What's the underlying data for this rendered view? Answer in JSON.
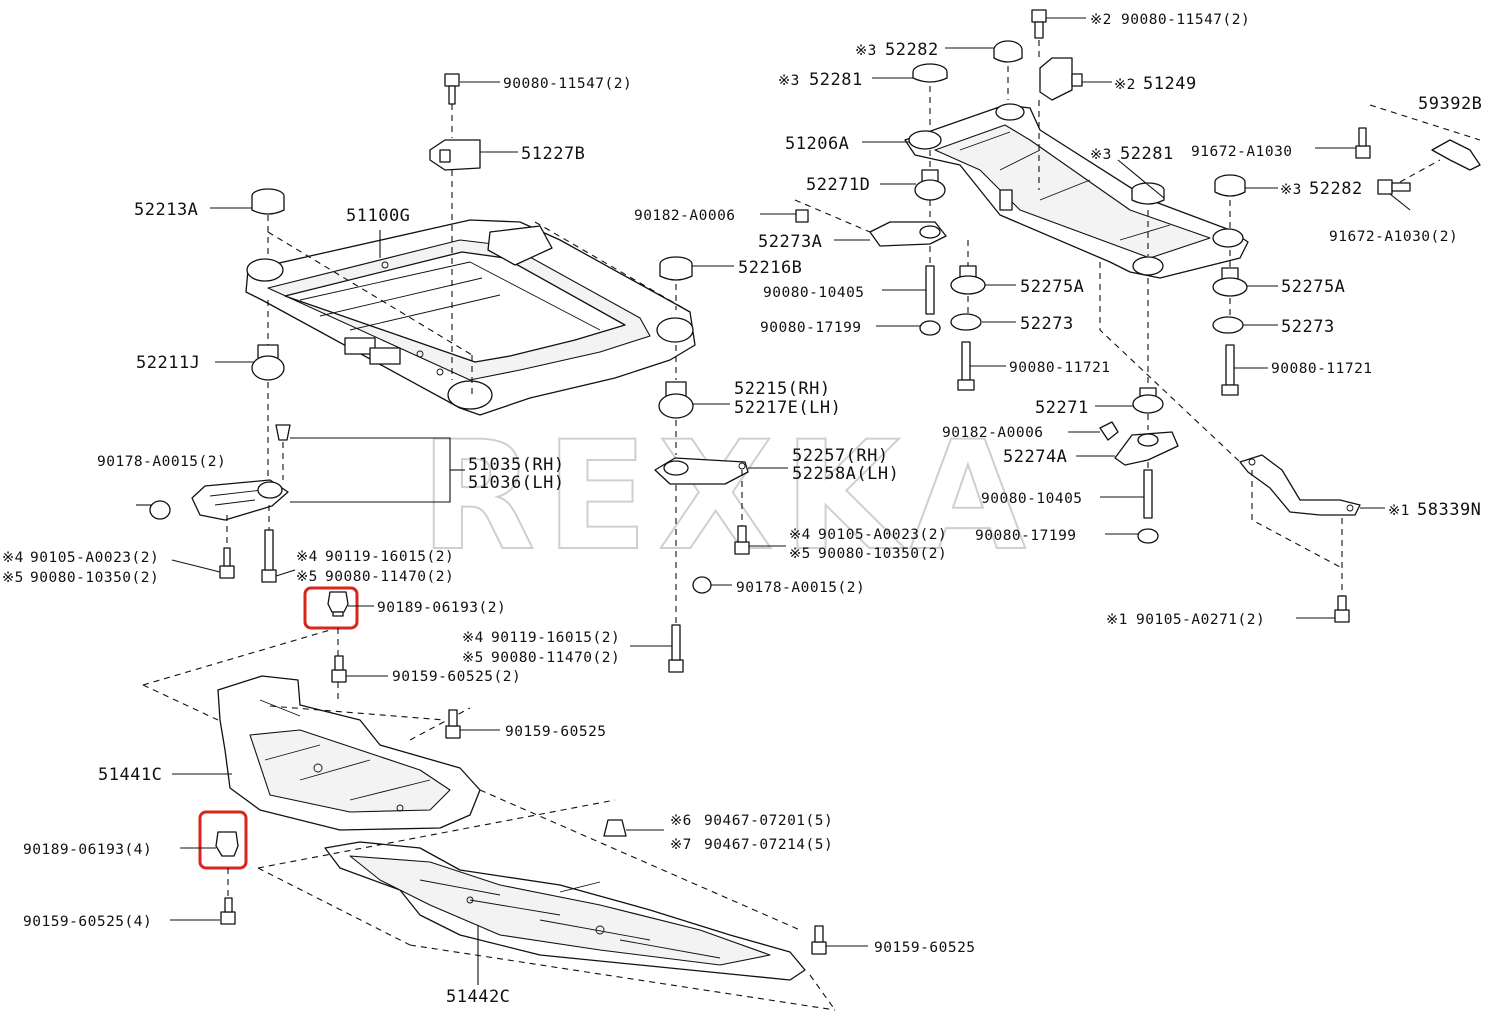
{
  "watermark": "REXKA",
  "colors": {
    "highlight": "#d7261e",
    "ink": "#111111",
    "watermark": "#cfcfcf"
  },
  "labels": {
    "p90080_11547_top": "90080-11547(2)",
    "p52282_top": "52282",
    "p52281_left": "52281",
    "p51249": "51249",
    "p90080_11547_mid": "90080-11547(2)",
    "p51227B": "51227B",
    "p59392B": "59392B",
    "p51206A": "51206A",
    "p52281_right": "52281",
    "p91672_A1030": "91672-A1030",
    "p52213A": "52213A",
    "p51100G": "51100G",
    "p52271D": "52271D",
    "p52282_right": "52282",
    "p90182_A0006_top": "90182-A0006",
    "p52273A": "52273A",
    "p91672_A1030_2": "91672-A1030(2)",
    "p52216B": "52216B",
    "p52275A_mid": "52275A",
    "p52275A_right": "52275A",
    "p90080_10405_top": "90080-10405",
    "p90080_17199_top": "90080-17199",
    "p52273_mid": "52273",
    "p52273_right": "52273",
    "p52211J": "52211J",
    "p90080_11721_mid": "90080-11721",
    "p90080_11721_right": "90080-11721",
    "p52215_rh": "52215(RH)",
    "p52217E_lh": "52217E(LH)",
    "p52271": "52271",
    "p90182_A0006_mid": "90182-A0006",
    "p90178_A0015_left": "90178-A0015(2)",
    "p51035_rh": "51035(RH)",
    "p51036_lh": "51036(LH)",
    "p52257_rh": "52257(RH)",
    "p52258A_lh": "52258A(LH)",
    "p52274A": "52274A",
    "p90080_10405_mid": "90080-10405",
    "p58339N": "58339N",
    "p90080_17199_mid": "90080-17199",
    "p90105_A0023_mid": "90105-A0023(2)",
    "p90080_10350_mid": "90080-10350(2)",
    "p90105_A0023_left": "90105-A0023(2)",
    "p90080_10350_left": "90080-10350(2)",
    "p90119_16015_left": "90119-16015(2)",
    "p90080_11470_left": "90080-11470(2)",
    "p90178_A0015_mid": "90178-A0015(2)",
    "p90189_06193_2": "90189-06193(2)",
    "p90105_A0271": "90105-A0271(2)",
    "p90119_16015_mid": "90119-16015(2)",
    "p90080_11470_mid": "90080-11470(2)",
    "p90159_60525_2": "90159-60525(2)",
    "p90159_60525_a": "90159-60525",
    "p51441C": "51441C",
    "p90467_07201": "90467-07201(5)",
    "p90467_07214": "90467-07214(5)",
    "p90189_06193_4": "90189-06193(4)",
    "p90159_60525_4": "90159-60525(4)",
    "p90159_60525_b": "90159-60525",
    "p51442C": "51442C"
  },
  "markers": {
    "m1": "※1",
    "m2": "※2",
    "m3": "※3",
    "m4": "※4",
    "m5": "※5",
    "m6": "※6",
    "m7": "※7"
  }
}
